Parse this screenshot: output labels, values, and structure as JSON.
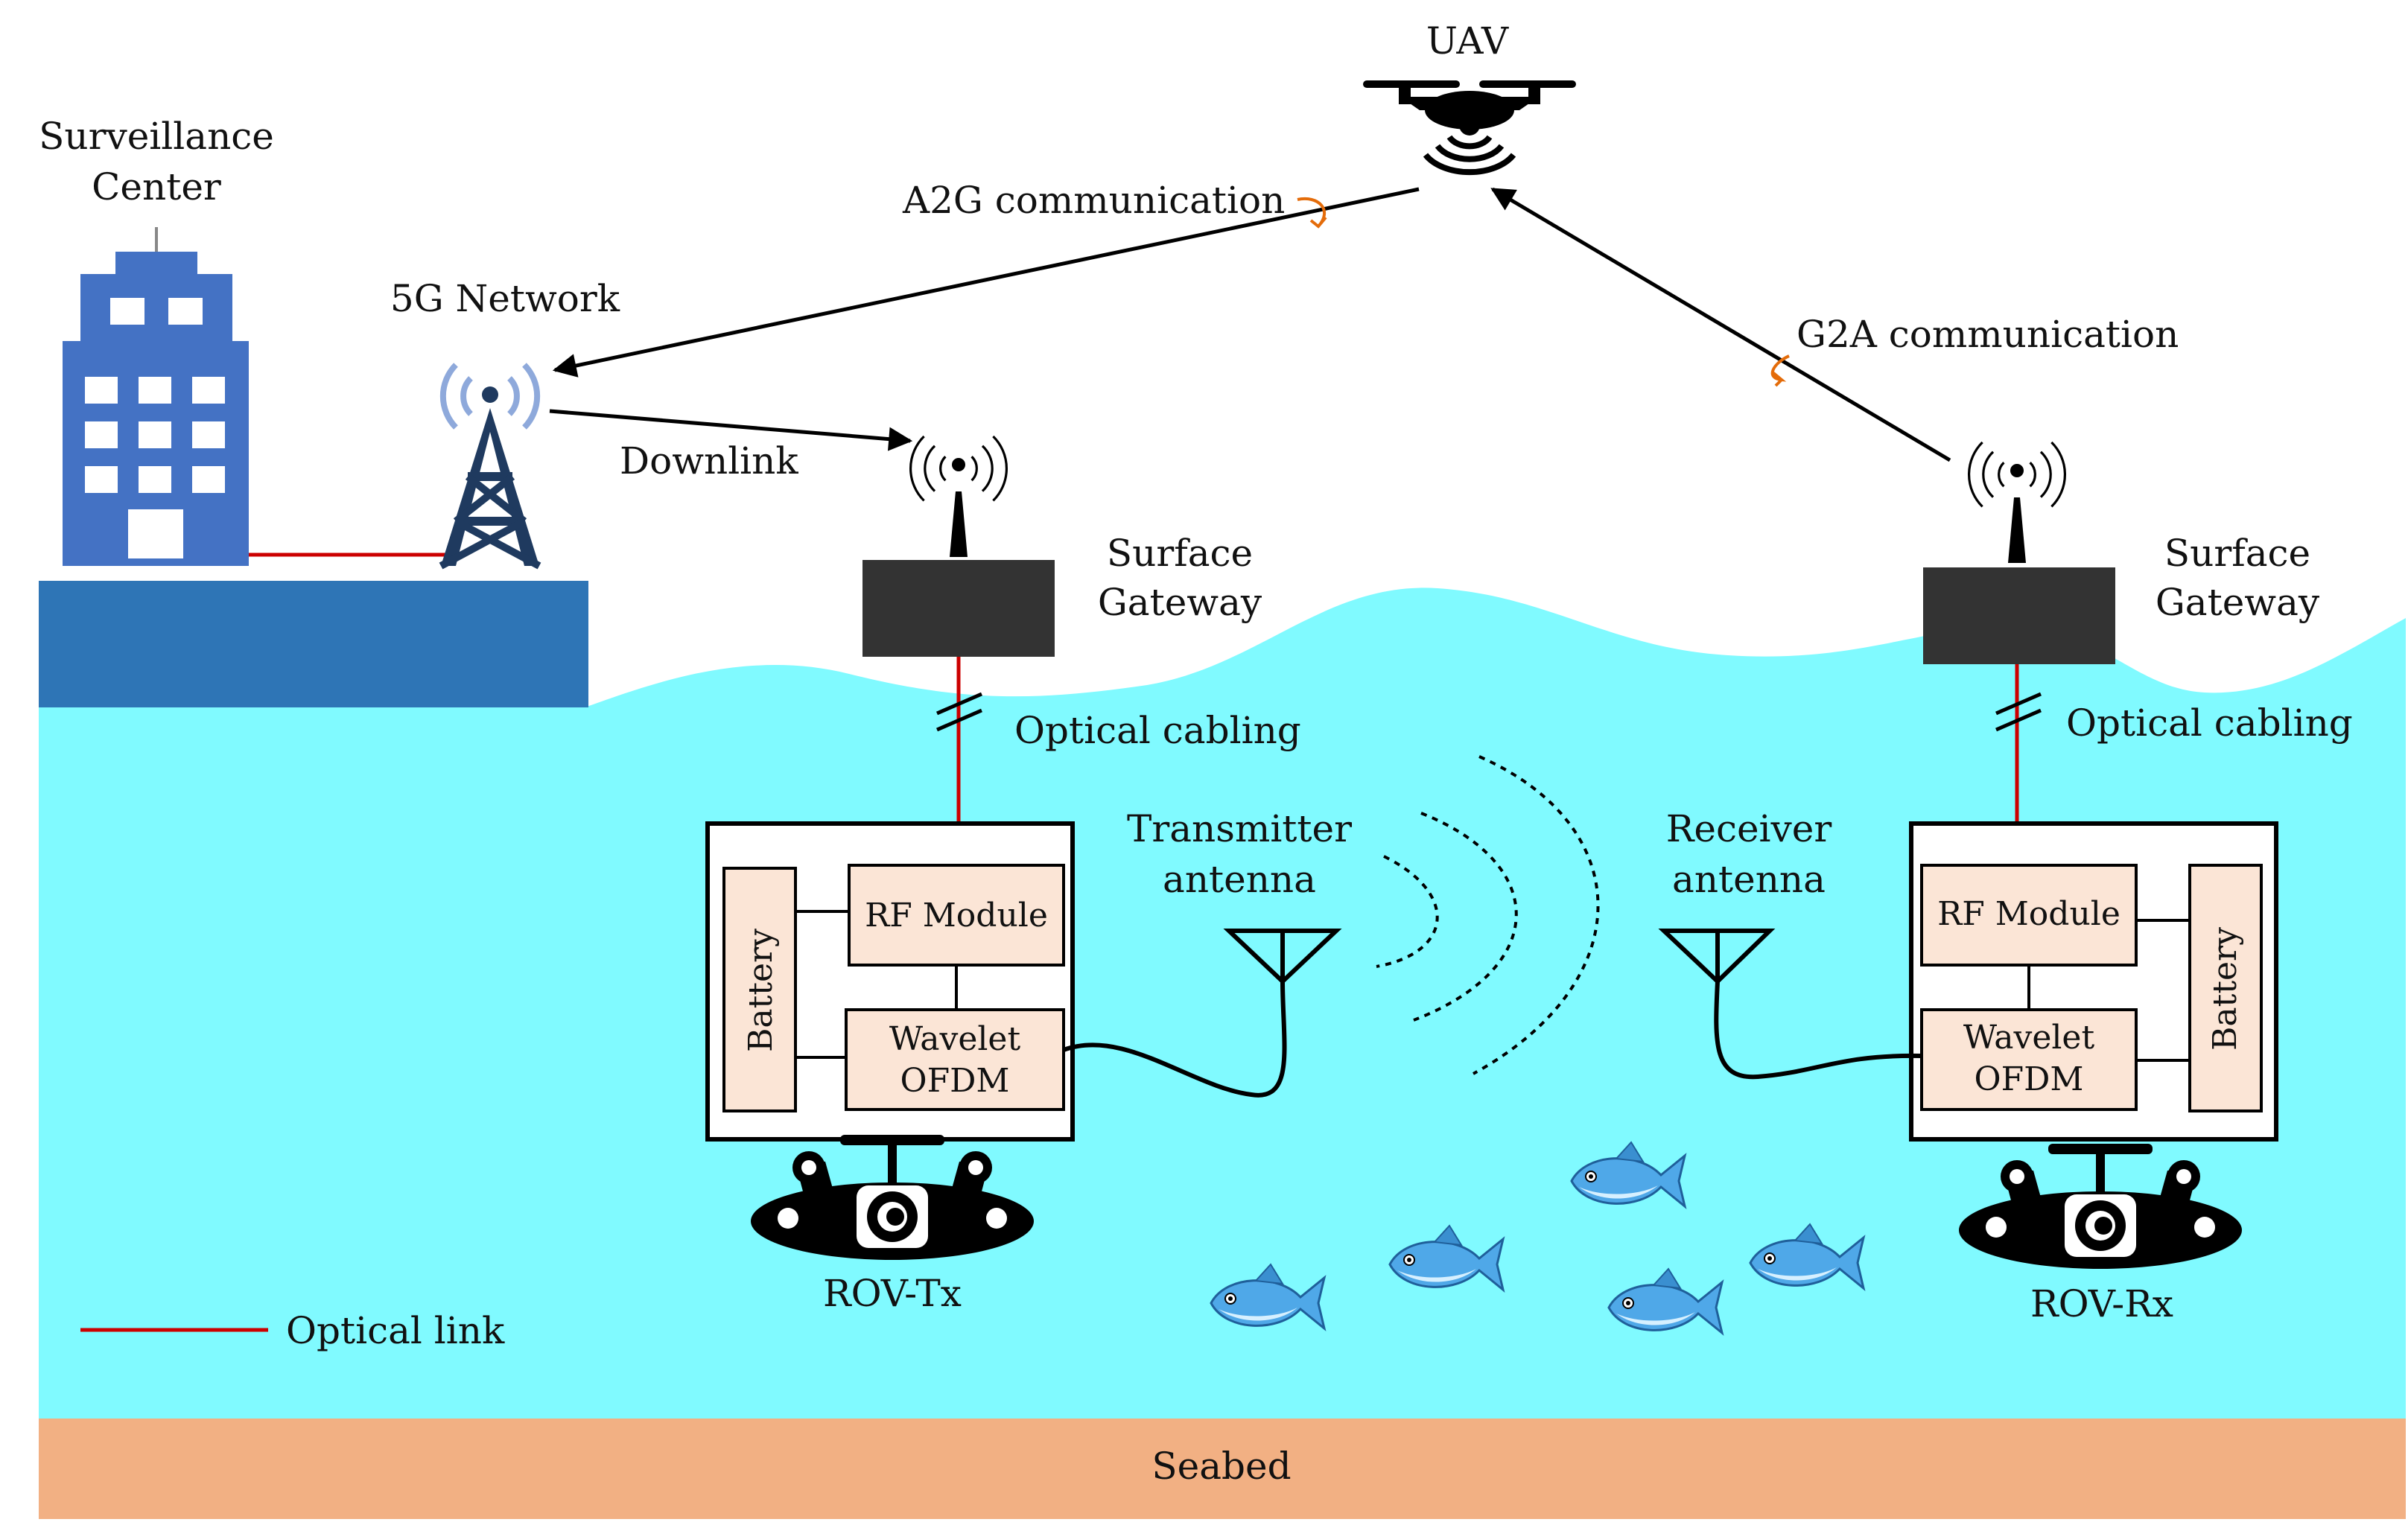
{
  "labels": {
    "uav": "UAV",
    "surveillance_center_line1": "Surveillance",
    "surveillance_center_line2": "Center",
    "network_5g": "5G Network",
    "a2g": "A2G communication",
    "g2a": "G2A communication",
    "downlink": "Downlink",
    "surface_gateway_left_line1": "Surface",
    "surface_gateway_left_line2": "Gateway",
    "surface_gateway_right_line1": "Surface",
    "surface_gateway_right_line2": "Gateway",
    "optical_cabling_left": "Optical cabling",
    "optical_cabling_right": "Optical cabling",
    "transmitter_antenna_line1": "Transmitter",
    "transmitter_antenna_line2": "antenna",
    "receiver_antenna_line1": "Receiver",
    "receiver_antenna_line2": "antenna",
    "rov_tx": "ROV-Tx",
    "rov_rx": "ROV-Rx",
    "legend_optical_link": "Optical link",
    "seabed": "Seabed"
  },
  "modules": {
    "tx": {
      "rf": "RF Module",
      "wavelet_line1": "Wavelet",
      "wavelet_line2": "OFDM",
      "battery": "Battery"
    },
    "rx": {
      "rf": "RF Module",
      "wavelet_line1": "Wavelet",
      "wavelet_line2": "OFDM",
      "battery": "Battery"
    }
  },
  "colors": {
    "water": "#80FAFF",
    "seabed": "#F2B083",
    "land": "#2E75B6",
    "building": "#4472C4",
    "optical_link": "#CC0000",
    "module_fill": "#FBE5D6",
    "gateway": "#333333",
    "wifi_signal": "#8EA9DB",
    "fish": "#4FA8E8"
  }
}
